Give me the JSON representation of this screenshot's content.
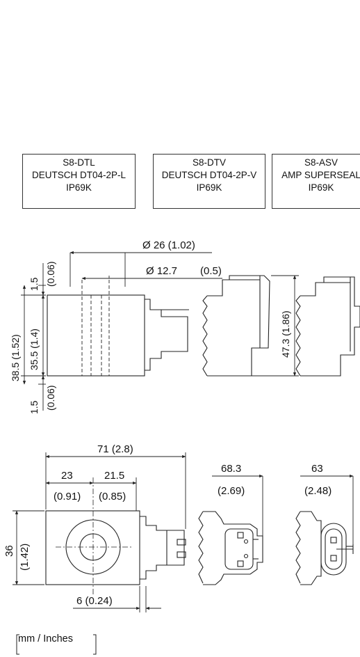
{
  "variants": [
    {
      "code": "S8-DTL",
      "connector": "DEUTSCH DT04-2P-L",
      "protection": "IP69K"
    },
    {
      "code": "S8-DTV",
      "connector": "DEUTSCH DT04-2P-V",
      "protection": "IP69K"
    },
    {
      "code": "S8-ASV",
      "connector": "AMP SUPERSEAL",
      "protection": "IP69K"
    }
  ],
  "side_view": {
    "outer_diameter": "Ø 26 (1.02)",
    "bore_diameter": "Ø 12.7",
    "bore_diameter_in": "(0.5)",
    "top_offset_mm": "1.5",
    "top_offset_in": "(0.06)",
    "bottom_offset_mm": "1.5",
    "bottom_offset_in": "(0.06)",
    "total_height": "38.5 (1.52)",
    "body_height": "35.5 (1.4)",
    "connector_height": "47.3 (1.86)"
  },
  "front_view": {
    "overall_length": "71 (2.8)",
    "left_offset_mm": "23",
    "left_offset_in": "(0.91)",
    "center_offset_mm": "21.5",
    "center_offset_in": "(0.85)",
    "height_mm": "36",
    "height_in": "(1.42)",
    "connector_gap": "6 (0.24)",
    "dtv_length_mm": "68.3",
    "dtv_length_in": "(2.69)",
    "asv_length_mm": "63",
    "asv_length_in": "(2.48)"
  },
  "units_label": "mm / Inches"
}
